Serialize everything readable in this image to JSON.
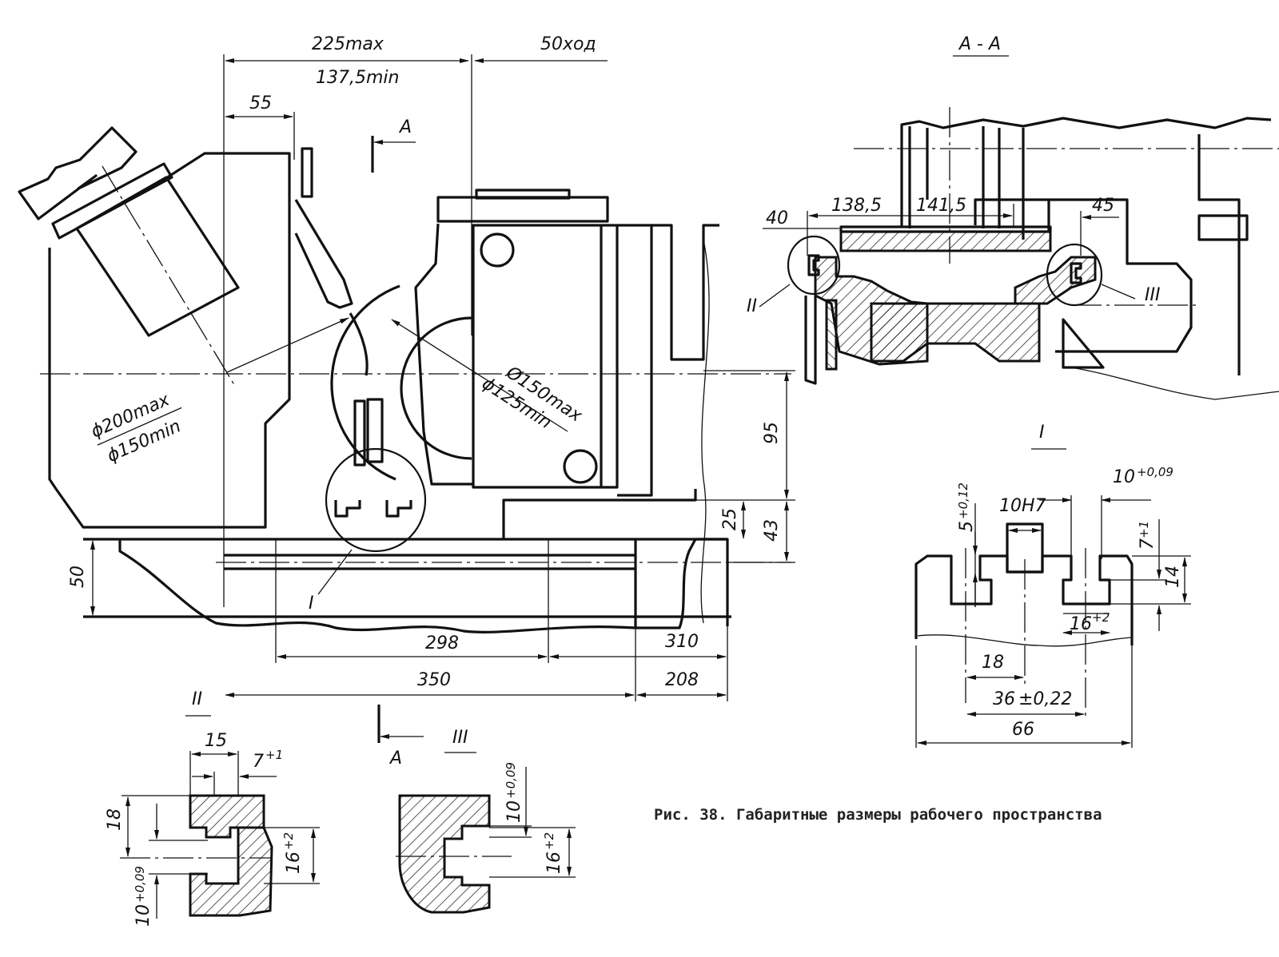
{
  "caption": "Рис. 38. Габаритные размеры рабочего пространства",
  "main_view": {
    "dims": {
      "stroke_max": "225max",
      "stroke_min": "137,5min",
      "travel": "50ход",
      "offset_55": "55",
      "wheel_diam_max": "ϕ200max",
      "wheel_diam_min": "ϕ150min",
      "reg_wheel_max": "Ø150max",
      "reg_wheel_min": "ϕ125min",
      "height_95": "95",
      "height_25": "25",
      "height_43": "43",
      "height_50": "50",
      "length_298": "298",
      "length_310": "310",
      "length_350": "350",
      "length_208": "208"
    },
    "section_mark_top": "A",
    "section_mark_bottom": "A",
    "detail_ref_I": "I"
  },
  "section_AA": {
    "title": "А - А",
    "dims": {
      "d40": "40",
      "d138_5": "138,5",
      "d141_5": "141,5",
      "d45": "45"
    },
    "detail_ref_II": "II",
    "detail_ref_III": "III"
  },
  "detail_I": {
    "title": "I",
    "dims": {
      "slot_depth_base": "5",
      "slot_depth_tol": "+0,12",
      "key_width": "10Н7",
      "slot_width_base": "10",
      "slot_width_tol": "+0,09",
      "slot_head_base": "7",
      "slot_head_tol": "+1",
      "height_14": "14",
      "width_16_base": "16",
      "width_16_tol": "+2",
      "pitch_18": "18",
      "pitch_36": "36",
      "pitch_36_tol": "±0,22",
      "total_66": "66"
    }
  },
  "detail_II": {
    "title": "II",
    "dims": {
      "w15": "15",
      "w7_base": "7",
      "w7_tol": "+1",
      "h18": "18",
      "h16_base": "16",
      "h16_tol": "+2",
      "h10_base": "10",
      "h10_tol": "+0,09"
    }
  },
  "detail_III": {
    "title": "III",
    "dims": {
      "h10_base": "10",
      "h10_tol": "+0,09",
      "h16_base": "16",
      "h16_tol": "+2"
    }
  }
}
